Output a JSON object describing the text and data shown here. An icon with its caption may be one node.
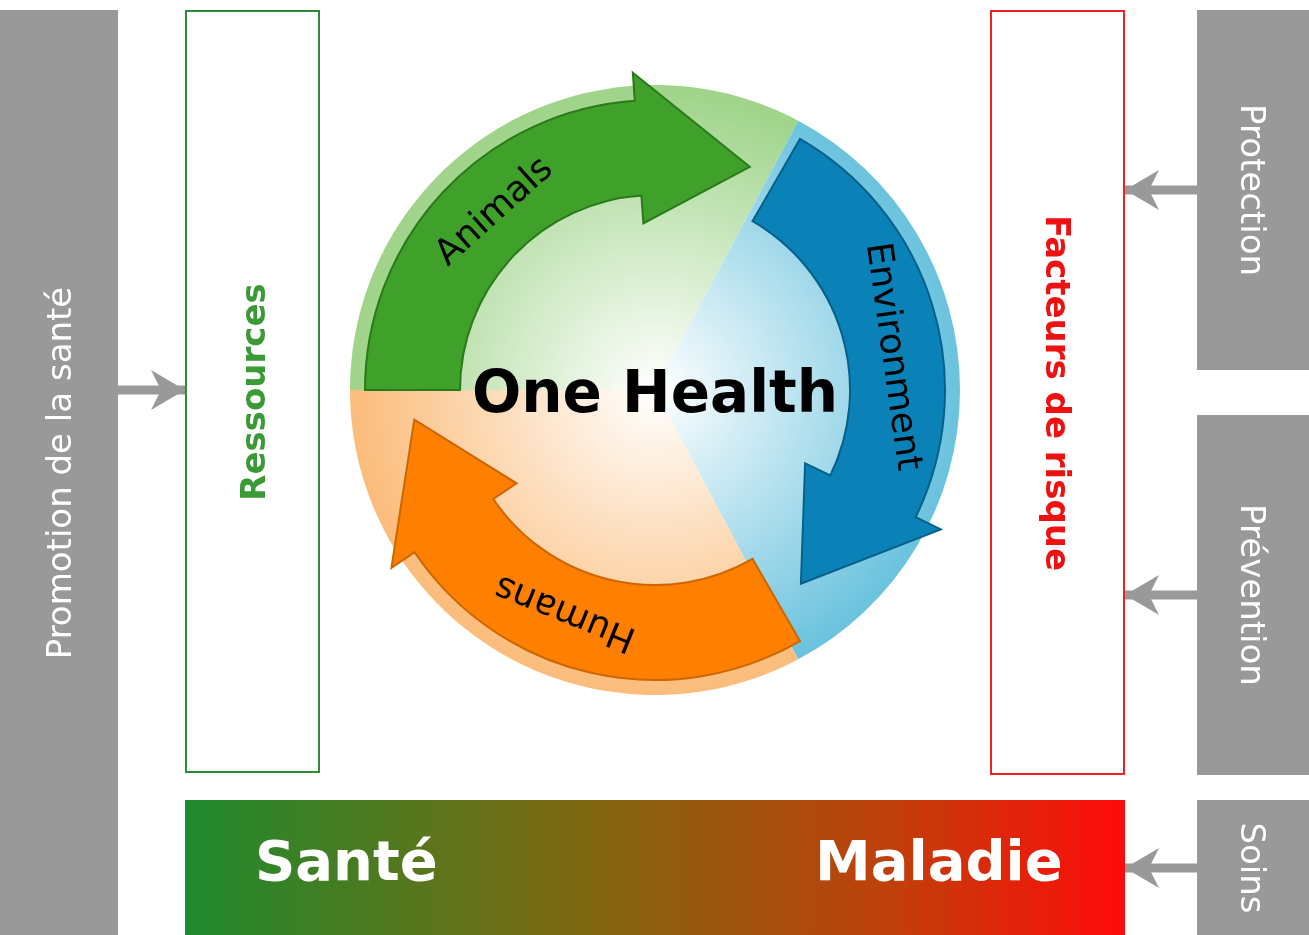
{
  "diagram": {
    "nodes": [
      {
        "text": [
          "Promotion de la santé"
        ]
      },
      {
        "text": [
          "Ressources"
        ]
      },
      {
        "text": [
          "One Health"
        ]
      },
      {
        "text": [
          "Animals"
        ],
        "in": 2
      },
      {
        "text": [
          "Environment"
        ],
        "in": 2
      },
      {
        "text": [
          "Humans"
        ],
        "in": 2
      },
      {
        "text": [
          "Facteurs de risque"
        ]
      },
      {
        "text": [
          "Protection"
        ]
      },
      {
        "text": [
          "Prévention"
        ]
      },
      {
        "text": [
          "Santé",
          "Maladie"
        ]
      },
      {
        "text": [
          "Soins"
        ]
      }
    ],
    "edges": [
      {
        "from": 0,
        "to": 1,
        "arrow": "to"
      },
      {
        "from": 7,
        "to": 6,
        "arrow": "to"
      },
      {
        "from": 8,
        "to": 6,
        "arrow": "to"
      },
      {
        "from": 10,
        "to": 9,
        "arrow": "to"
      }
    ]
  }
}
